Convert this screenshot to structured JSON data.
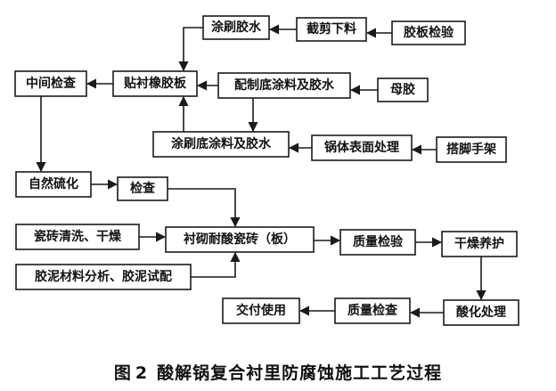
{
  "figure": {
    "label": "图",
    "number": "2",
    "title": "酸解锅复合衬里防腐蚀施工工艺过程"
  },
  "steps": {
    "coat_glue_top": "涂刷胶水",
    "cut_material": "截剪下料",
    "rubber_sheet_inspection": "胶板检验",
    "middle_inspection": "中间检查",
    "lining_rubber_sheet": "贴衬橡胶板",
    "prepare_primer_glue": "配制底涂料及胶水",
    "master_batch": "母胶",
    "coat_primer_glue": "涂刷底涂料及胶水",
    "vessel_surface_treatment": "锅体表面处理",
    "scaffolding": "搭脚手架",
    "natural_vulcanization": "自然硫化",
    "inspection": "检查",
    "brick_washing_drying": "瓷砖清洗、干燥",
    "acidproof_brick_lining": "衬砌耐酸瓷砖（板）",
    "quality_inspection_1": "质量检验",
    "drying_maintenance": "干燥养护",
    "mortar_analysis": "胶泥材料分析、胶泥试配",
    "delivery_use": "交付使用",
    "quality_inspection_2": "质量检查",
    "acidification": "酸化处理"
  }
}
